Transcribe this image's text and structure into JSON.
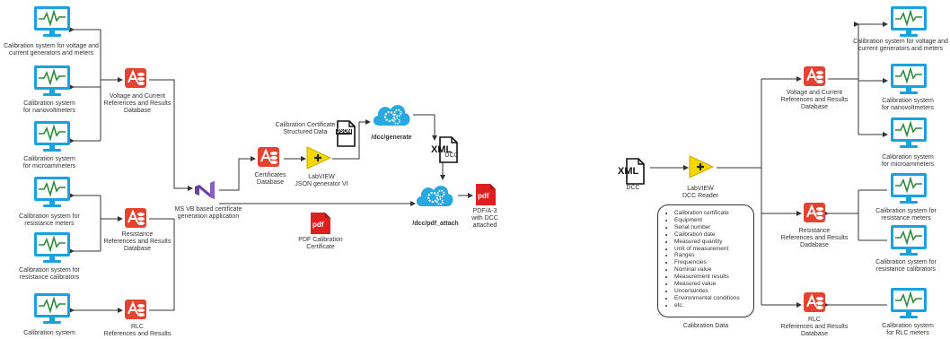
{
  "left": {
    "cal_systems": [
      "Calibration system for voltage and\ncurrent generators and meters",
      "Calibration system\nfor nanovoltmeters",
      "Calibration system\nfor microammeters",
      "Calibration system for\nresistance meters",
      "Calibration system for\nresistance calibrators",
      "Calibration system"
    ],
    "databases": [
      "Voltage and Current\nReferences and Results\nDatabase",
      "Resistance\nReferences and Results\nDatabase",
      "RLC\nReferences and Results"
    ],
    "ms_vb": "MS VB based certificate\ngeneration application",
    "cert_db": "Certificates\nDatabase",
    "labview": "LabVIEW\nJSON generator VI",
    "structured": "Calibration Certificate\nStructured Data",
    "json_badge": "JSON",
    "generate": "/dcc/generate",
    "xml_text": "XML",
    "dcc": "DCC",
    "pdf_attach": "/dcc/pdf_attach",
    "pdf_badge": "pdf",
    "pdf_cal": "PDF Calibration\nCertificate",
    "pdfa": "PDF/A-3\nwith DCC\nattached"
  },
  "right": {
    "xml_text": "XML",
    "dcc": "DCC",
    "reader": "LabVIEW\nDCC Reader",
    "cal_data_items": [
      "Calibration certificate",
      "Equipment",
      "Serial number",
      "Calibration date",
      "Measured quantity",
      "Unit of measurement",
      "Ranges",
      "Frequencies",
      "Nominal value",
      "Measurement results",
      "Measured value",
      "Uncertainties",
      "Environmental conditions",
      "etc."
    ],
    "cal_data_label": "Calibration Data",
    "databases": [
      "Voltage and Current\nReferences and Results\nDatabase",
      "Resistance\nReferences and Results\nDadabase",
      "RLC\nReferences and Results\nDatabase"
    ],
    "cal_systems": [
      "Calibration system for voltage and\ncurrent generators and meters",
      "Calibration system\nfor nanovoltmeters",
      "Calibration system\nfor microammeters",
      "Calibration system for\nresistance meters",
      "Calibration system for\nresistance calibrators",
      "Calibration system\nfor RLC meters"
    ]
  },
  "colors": {
    "monitor": "#1ba1e2",
    "screen": "#ffffff",
    "signal": "#2e8b3d",
    "db": "#e4432f",
    "labview": "#f5d800",
    "vs": "#6b3fa0",
    "cloud": "#29a8e0",
    "pdf": "#e02020",
    "wire": "#333333"
  },
  "icons": {
    "monitor": "monitor-icon",
    "database": "database-icon",
    "labview": "labview-icon",
    "visual_studio": "visual-studio-icon",
    "cloud": "cloud-service-icon",
    "file": "document-icon",
    "pdf": "pdf-icon"
  }
}
